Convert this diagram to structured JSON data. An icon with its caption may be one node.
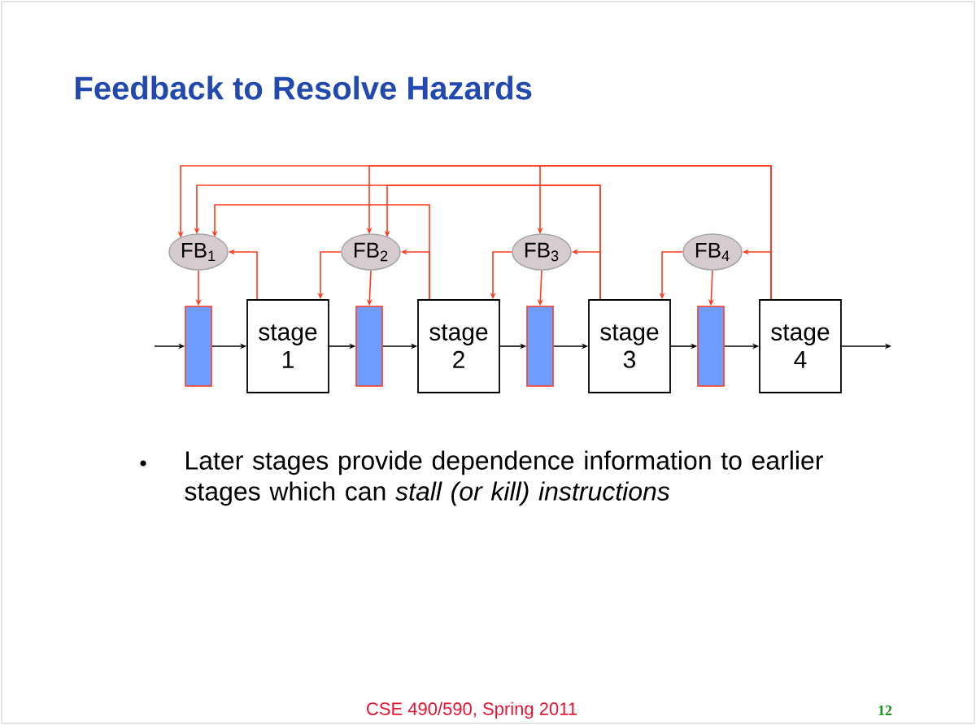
{
  "diagram": {
    "title": "Feedback to Resolve Hazards",
    "nodes": [
      {
        "text": [
          "FB$_{1}$"
        ]
      },
      {
        "text": [
          "FB$_{2}$"
        ]
      },
      {
        "text": [
          "FB$_{3}$"
        ]
      },
      {
        "text": [
          "FB$_{4}$"
        ]
      },
      {
        "text": [],
        "shape": "bar"
      },
      {
        "text": [],
        "shape": "bar"
      },
      {
        "text": [],
        "shape": "bar"
      },
      {
        "text": [],
        "shape": "bar"
      },
      {
        "text": [
          "stage 1"
        ]
      },
      {
        "text": [
          "stage 2"
        ]
      },
      {
        "text": [
          "stage 3"
        ]
      },
      {
        "text": [
          "stage 4"
        ]
      }
    ],
    "edges": [
      {
        "from": null,
        "to": 4,
        "arrow": "to",
        "color": "#000000"
      },
      {
        "from": 4,
        "to": 8,
        "arrow": "to",
        "color": "#000000"
      },
      {
        "from": 8,
        "to": 5,
        "arrow": "to",
        "color": "#000000"
      },
      {
        "from": 5,
        "to": 9,
        "arrow": "to",
        "color": "#000000"
      },
      {
        "from": 9,
        "to": 6,
        "arrow": "to",
        "color": "#000000"
      },
      {
        "from": 6,
        "to": 10,
        "arrow": "to",
        "color": "#000000"
      },
      {
        "from": 10,
        "to": 7,
        "arrow": "to",
        "color": "#000000"
      },
      {
        "from": 7,
        "to": 11,
        "arrow": "to",
        "color": "#000000"
      },
      {
        "from": 11,
        "to": null,
        "arrow": "to",
        "color": "#000000"
      },
      {
        "from": 8,
        "to": 0,
        "arrow": "to"
      },
      {
        "from": 9,
        "to": 0,
        "arrow": "to"
      },
      {
        "from": 9,
        "to": 1,
        "arrow": "to"
      },
      {
        "from": 10,
        "to": 0,
        "arrow": "to"
      },
      {
        "from": 10,
        "to": 1,
        "arrow": "to"
      },
      {
        "from": 10,
        "to": 2,
        "arrow": "to"
      },
      {
        "from": 11,
        "to": 0,
        "arrow": "to"
      },
      {
        "from": 11,
        "to": 1,
        "arrow": "to"
      },
      {
        "from": 11,
        "to": 2,
        "arrow": "to"
      },
      {
        "from": 11,
        "to": 3,
        "arrow": "to"
      },
      {
        "from": 0,
        "to": 4,
        "arrow": "to"
      },
      {
        "from": 1,
        "to": 5,
        "arrow": "to"
      },
      {
        "from": 2,
        "to": 6,
        "arrow": "to"
      },
      {
        "from": 3,
        "to": 7,
        "arrow": "to"
      },
      {
        "from": 1,
        "to": 8,
        "arrow": "to"
      },
      {
        "from": 2,
        "to": 9,
        "arrow": "to"
      },
      {
        "from": 3,
        "to": 10,
        "arrow": "to"
      }
    ],
    "labels": [
      "Later stages provide dependence information to earlier stages which can *stall (or kill) instructions*",
      "CSE 490/590, Spring 2011",
      "12"
    ]
  }
}
